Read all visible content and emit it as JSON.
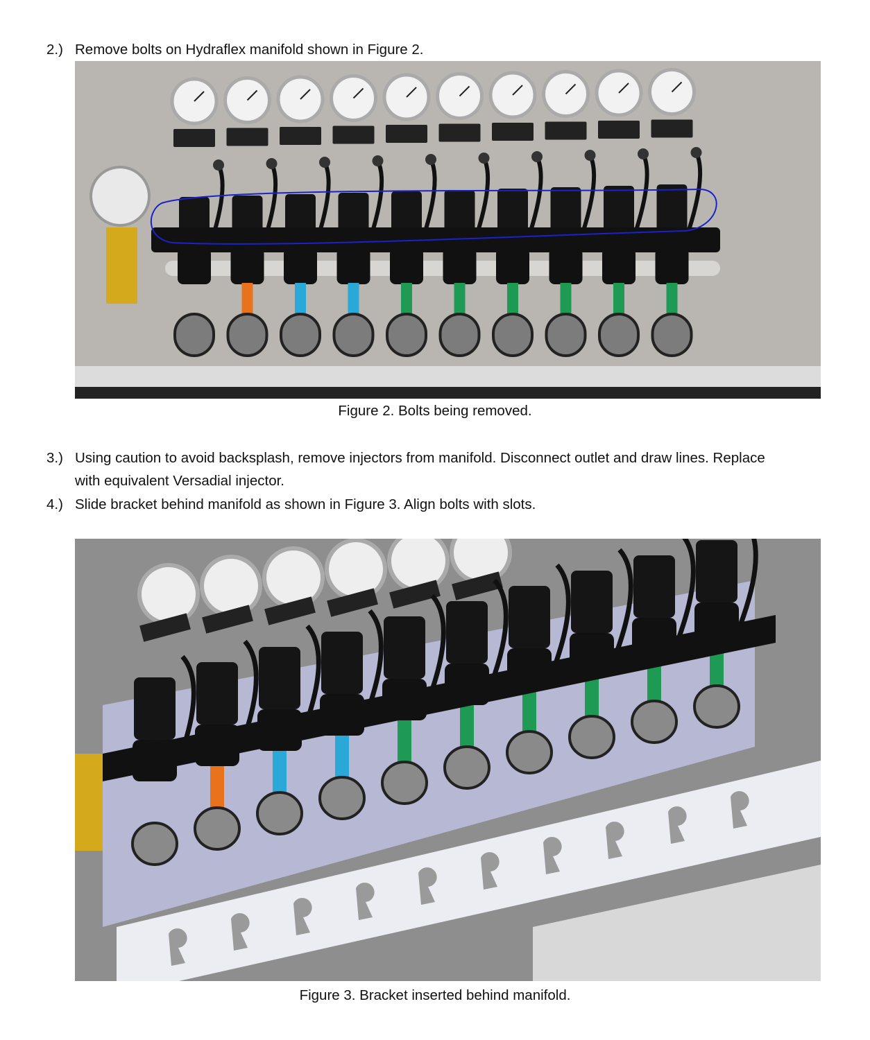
{
  "steps": [
    {
      "number": "2.)",
      "text": "Remove bolts on Hydraflex manifold shown in Figure 2."
    },
    {
      "number": "3.)",
      "text": "Using caution to avoid backsplash, remove injectors from manifold. Disconnect outlet and draw lines. Replace with equivalent Versadial injector."
    },
    {
      "number": "4.)",
      "text": "Slide bracket behind manifold as shown in Figure 3. Align bolts with slots."
    }
  ],
  "figures": [
    {
      "caption": "Figure 2. Bolts being removed.",
      "injector_colors": [
        "#1a1a1a",
        "#e8731c",
        "#2aa8d8",
        "#2aa8d8",
        "#1f9a55",
        "#1f9a55",
        "#1f9a55",
        "#1f9a55",
        "#1f9a55",
        "#1f9a55"
      ],
      "highlight_color": "#1a22c8"
    },
    {
      "caption": "Figure 3. Bracket inserted behind manifold.",
      "injector_colors": [
        "#1a1a1a",
        "#e8731c",
        "#2aa8d8",
        "#2aa8d8",
        "#1f9a55",
        "#1f9a55",
        "#1f9a55",
        "#1f9a55",
        "#1f9a55",
        "#1f9a55"
      ]
    }
  ]
}
